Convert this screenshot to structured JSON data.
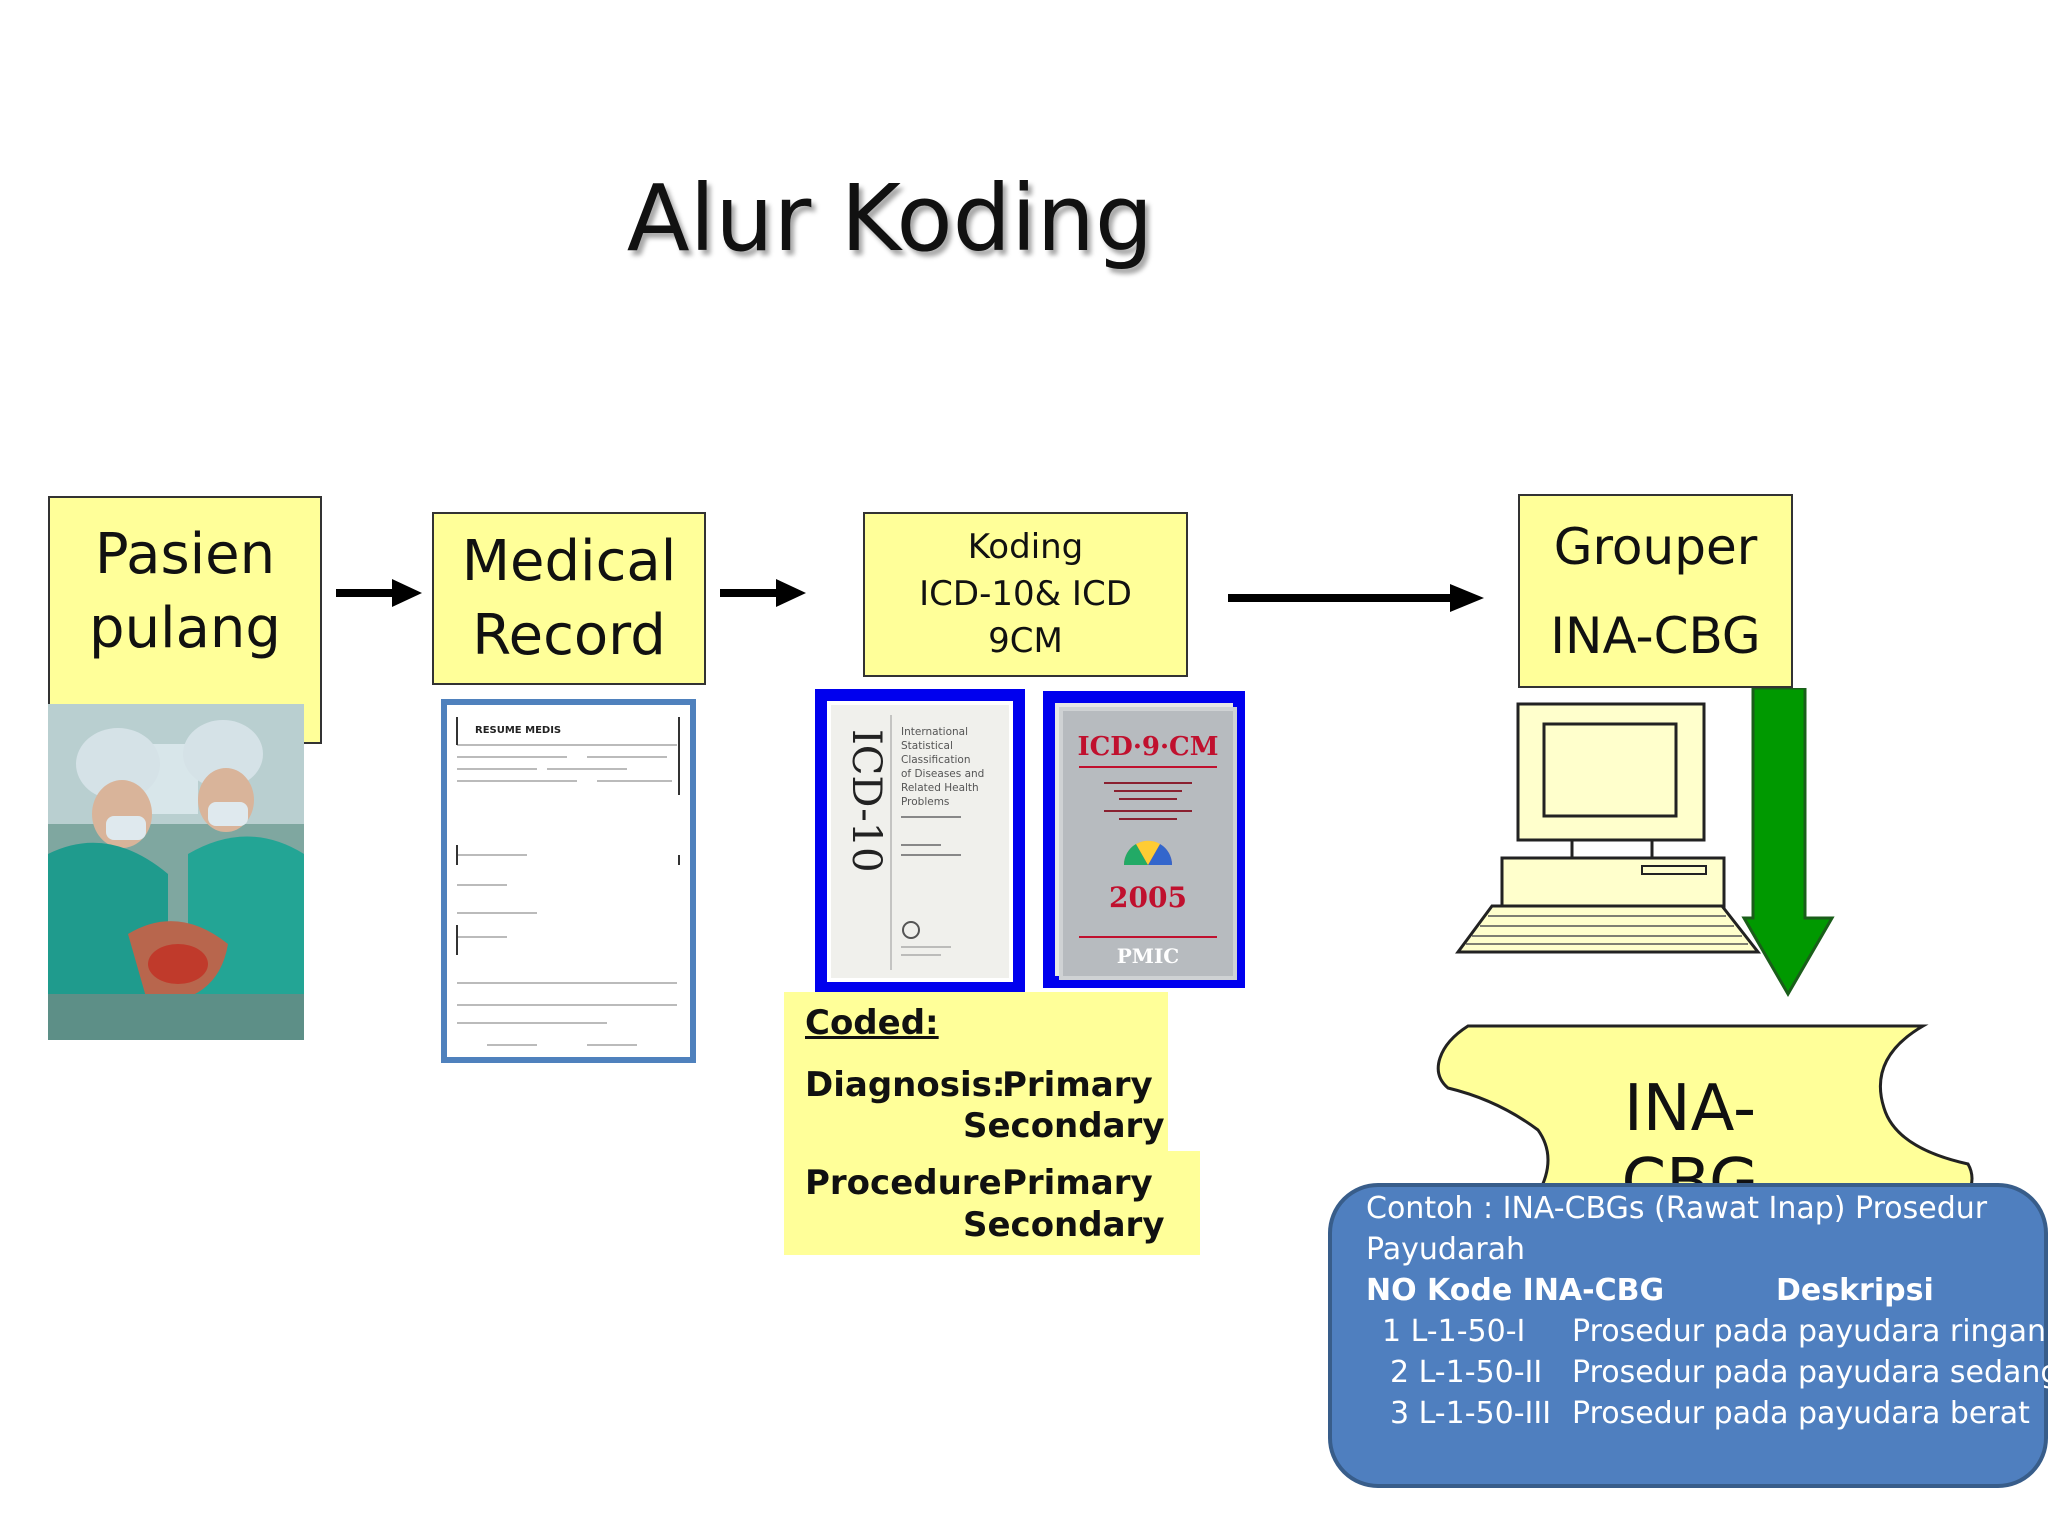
{
  "title": "Alur Koding",
  "steps": {
    "patient": {
      "line1": "Pasien",
      "line2": "pulang"
    },
    "medical_record": {
      "line1": "Medical",
      "line2": "Record"
    },
    "coding": {
      "line1": "Koding",
      "line2": "ICD-10& ICD",
      "line3": "9CM"
    },
    "grouper": {
      "line1": "Grouper",
      "line2": "INA-CBG"
    }
  },
  "document": {
    "header": "RESUME MEDIS"
  },
  "books": {
    "icd10": {
      "spine": "ICD-10",
      "subtitle": [
        "International",
        "Statistical",
        "Classification",
        "of Diseases and",
        "Related Health",
        "Problems"
      ]
    },
    "icd9": {
      "title": "ICD·9·CM",
      "year": "2005",
      "publisher": "PMIC"
    }
  },
  "coded": {
    "heading": "Coded:",
    "diagnosis_label": "Diagnosis:",
    "diagnosis_primary": "Primary",
    "diagnosis_secondary": "Secondary",
    "procedure_label": "Procedure:",
    "procedure_primary": "Primary",
    "procedure_secondary": "Secondary"
  },
  "result": {
    "label": "INA-CBG"
  },
  "example": {
    "title_line1": "Contoh : INA-CBGs (Rawat Inap) Prosedur",
    "title_line2": "Payudarah",
    "header_no_kode": "NO Kode INA-CBG",
    "header_deskripsi": "Deskripsi",
    "rows": [
      {
        "no_kode": "1 L-1-50-I",
        "deskripsi": "Prosedur pada payudara ringan"
      },
      {
        "no_kode": "2 L-1-50-II",
        "deskripsi": "Prosedur pada payudara sedang"
      },
      {
        "no_kode": "3 L-1-50-III",
        "deskripsi": "Prosedur pada payudara berat"
      }
    ]
  },
  "colors": {
    "box_fill": "#ffff99",
    "book_border": "#0000ee",
    "down_arrow": "#009900",
    "panel_fill": "#4f7fbf"
  }
}
